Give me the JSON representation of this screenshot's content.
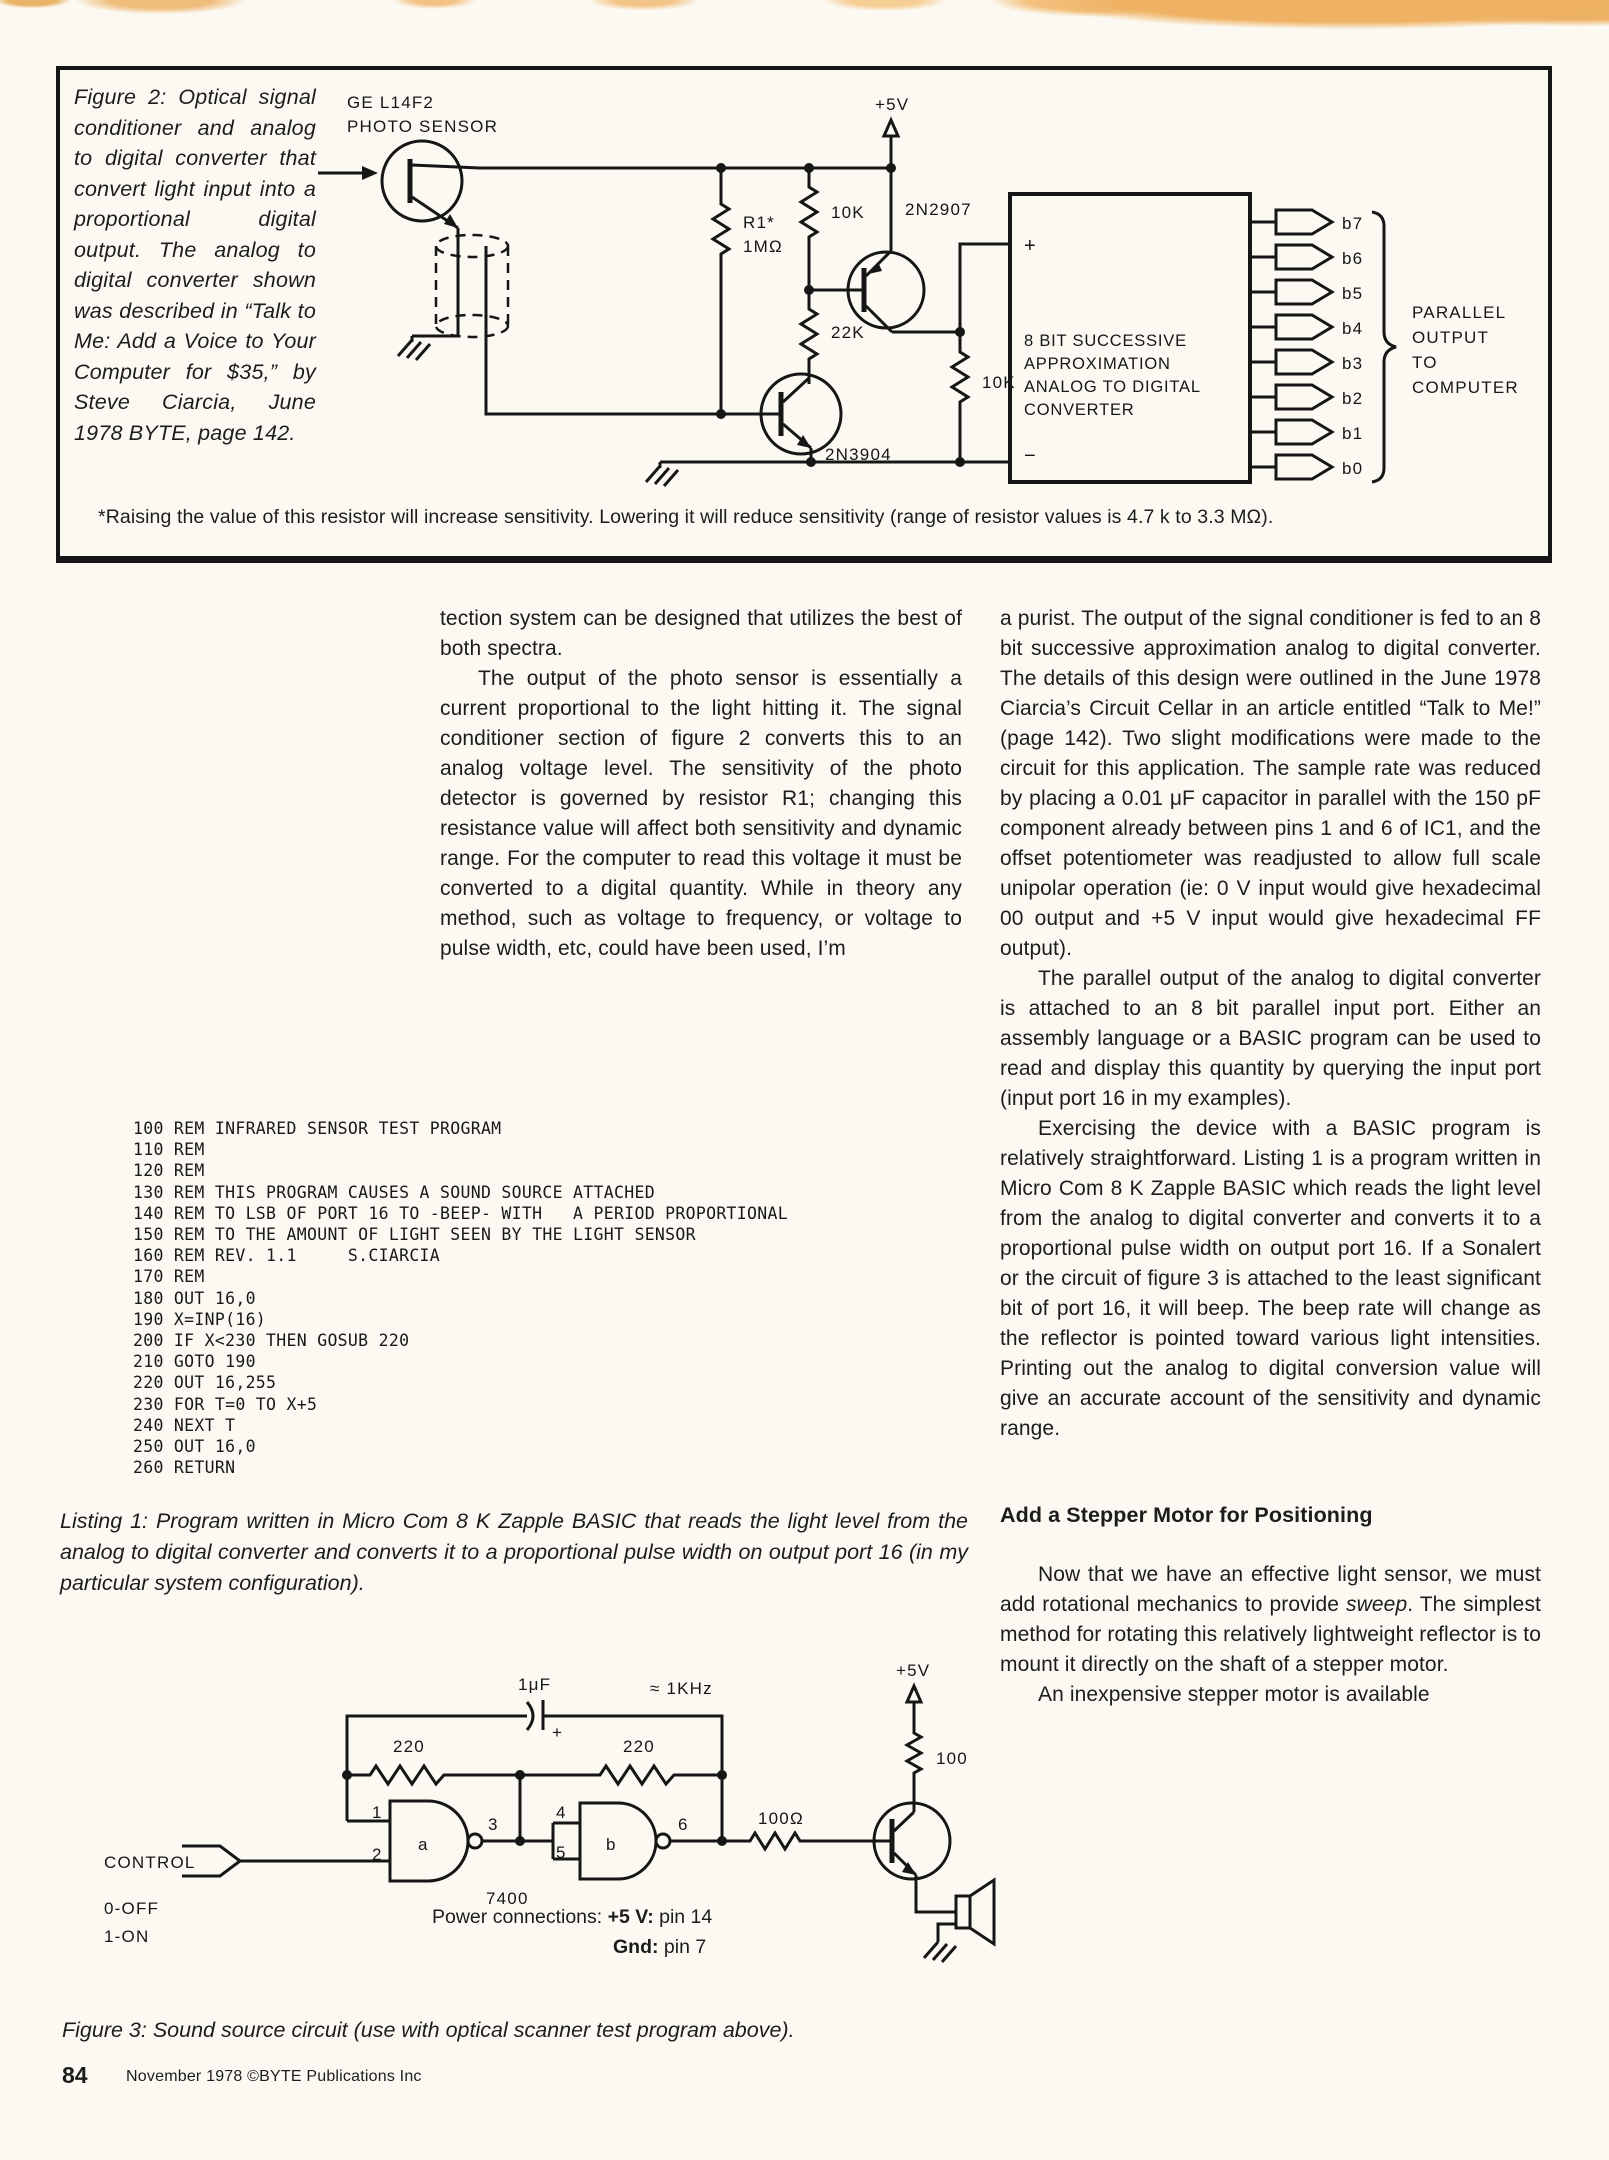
{
  "page": {
    "number": "84",
    "credit": "November 1978 ©BYTE Publications Inc"
  },
  "figure2": {
    "caption": "Figure 2: Optical signal conditioner and analog to digital converter that convert light input into a proportional digital output. The analog to digital converter shown was described in “Talk to Me: Add a Voice to Your Computer for $35,” by Steve Ciarcia, June 1978 BYTE, page 142.",
    "footnote": "*Raising the value of this resistor will increase sensitivity. Lowering it will reduce sensitivity (range of resistor values is 4.7 k to 3.3 MΩ).",
    "labels": {
      "sensor_line1": "GE L14F2",
      "sensor_line2": "PHOTO SENSOR",
      "vcc": "+5V",
      "r_top": "10K",
      "q1": "2N2907",
      "r1_name": "R1*",
      "r1_value": "1MΩ",
      "r_22k": "22K",
      "q2": "2N3904",
      "r_right": "10K",
      "plus": "+",
      "minus": "−",
      "adc_line1": "8 BIT SUCCESSIVE",
      "adc_line2": "APPROXIMATION",
      "adc_line3": "ANALOG TO DIGITAL",
      "adc_line4": "CONVERTER",
      "bits": [
        "b7",
        "b6",
        "b5",
        "b4",
        "b3",
        "b2",
        "b1",
        "b0"
      ],
      "out_line1": "PARALLEL",
      "out_line2": "OUTPUT",
      "out_line3": "TO",
      "out_line4": "COMPUTER"
    }
  },
  "article": {
    "col1_p1": "tection system can be designed that utilizes the best of both spectra.",
    "col1_p2": "The output of the photo sensor is essentially a current proportional to the light hitting it. The signal conditioner section of figure 2 converts this to an analog voltage level. The sensitivity of the photo detector is governed by resistor R1; changing this resistance value will affect both sensitivity and dynamic range. For the computer to read this voltage it must be converted to a digital quantity. While in theory any method, such as voltage to frequency, or voltage to pulse width, etc, could have been used, I’m",
    "col2_p1": "a purist. The output of the signal conditioner is fed to an 8 bit successive approximation analog to digital converter. The details of this design were outlined in the June 1978 Ciarcia’s Circuit Cellar in an article entitled “Talk to Me!” (page 142). Two slight modifications were made to the circuit for this application. The sample rate was reduced by placing a 0.01 μF capacitor in parallel with the 150 pF component already between pins 1 and 6 of IC1, and the offset potentiometer was readjusted to allow full scale unipolar operation (ie: 0 V input would give hexadecimal 00 output and +5 V input would give hexadecimal FF output).",
    "col2_p2": "The parallel output of the analog to digital converter is attached to an 8 bit parallel input port. Either an assembly language or a BASIC program can be used to read and display this quantity by querying the input port (input port 16 in my examples).",
    "col2_p3": "Exercising the device with a BASIC program is relatively straightforward. Listing 1 is a program written in Micro Com 8 K Zapple BASIC which reads the light level from the analog to digital converter and converts it to a proportional pulse width on output port 16. If a Sonalert or the circuit of figure 3 is attached to the least significant bit of port 16, it will beep. The beep rate will change as the reflector is pointed toward various light intensities. Printing out the analog to digital conversion value will give an accurate account of the sensitivity and dynamic range.",
    "heading": "Add a Stepper Motor for Positioning",
    "col2_p4a": "Now that we have an effective light sensor, we must add rotational mechanics to provide ",
    "col2_p4b": "sweep",
    "col2_p4c": ". The simplest method for rotating this relatively lightweight reflector is to mount it directly on the shaft of a stepper motor.",
    "col2_p5": "An inexpensive stepper motor is available"
  },
  "listing": {
    "code": "100 REM INFRARED SENSOR TEST PROGRAM\n110 REM\n120 REM\n130 REM THIS PROGRAM CAUSES A SOUND SOURCE ATTACHED\n140 REM TO LSB OF PORT 16 TO -BEEP- WITH   A PERIOD PROPORTIONAL\n150 REM TO THE AMOUNT OF LIGHT SEEN BY THE LIGHT SENSOR\n160 REM REV. 1.1     S.CIARCIA\n170 REM\n180 OUT 16,0\n190 X=INP(16)\n200 IF X<230 THEN GOSUB 220\n210 GOTO 190\n220 OUT 16,255\n230 FOR T=0 TO X+5\n240 NEXT T\n250 OUT 16,0\n260 RETURN",
    "caption": "Listing 1: Program written in Micro Com 8 K Zapple BASIC that reads the light level from the analog to digital converter and converts it to a proportional pulse width on output port 16 (in my particular system configuration)."
  },
  "figure3": {
    "labels": {
      "cap": "1μF",
      "cap_plus": "+",
      "freq": "≈ 1KHz",
      "r_left": "220",
      "r_mid": "220",
      "vcc": "+5V",
      "r_pullup": "100",
      "r_base": "100Ω",
      "pin1": "1",
      "pin2": "2",
      "pin3": "3",
      "pin4": "4",
      "pin5": "5",
      "pin6": "6",
      "gate_a": "a",
      "gate_b": "b",
      "ic": "7400",
      "control": "CONTROL",
      "off": "0-OFF",
      "on": "1-ON"
    },
    "power_label": "Power connections:",
    "power_v_key": "+5 V:",
    "power_v_val": " pin 14",
    "power_g_key": "Gnd:",
    "power_g_val": " pin 7",
    "caption": "Figure 3: Sound source circuit (use with optical scanner test program above)."
  }
}
